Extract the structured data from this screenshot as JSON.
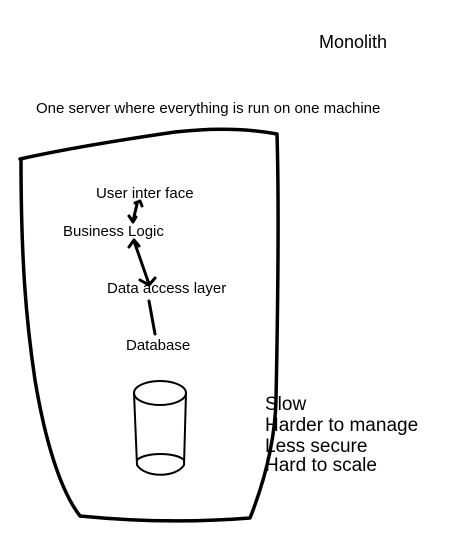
{
  "diagram": {
    "title": "Monolith",
    "subtitle": "One server where everything is run on one machine",
    "layers": [
      "User inter face",
      "Business Logic",
      "Data access layer",
      "Database"
    ],
    "traits": [
      "Slow",
      "Harder to manage",
      "Less secure",
      "Hard to scale"
    ]
  },
  "colors": {
    "ink": "#000000",
    "background": "#ffffff"
  }
}
